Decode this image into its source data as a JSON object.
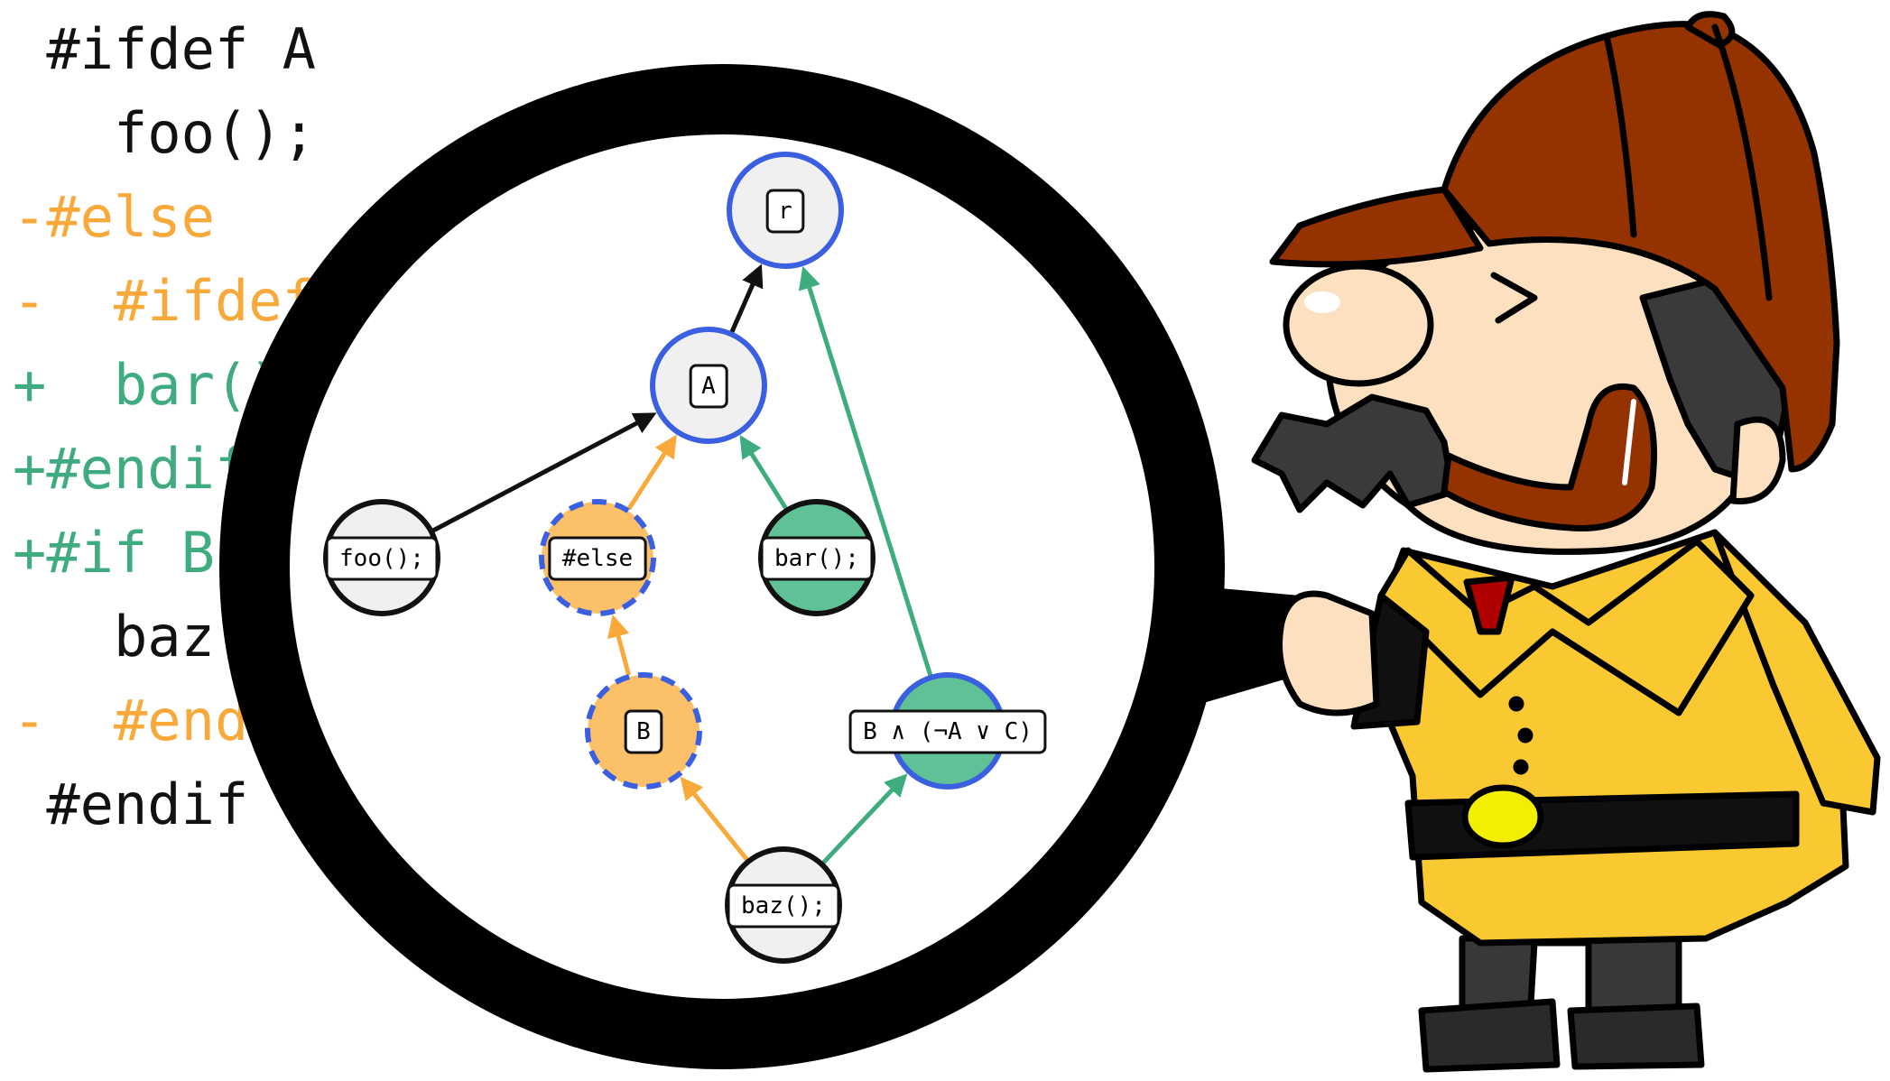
{
  "code": {
    "lines": [
      {
        "text": " #ifdef A",
        "kind": "unchanged"
      },
      {
        "text": "   foo();",
        "kind": "unchanged"
      },
      {
        "text": "-#else",
        "kind": "removed"
      },
      {
        "text": "-  #ifdef",
        "kind": "removed"
      },
      {
        "text": "+  bar()",
        "kind": "added"
      },
      {
        "text": "+#endif",
        "kind": "added"
      },
      {
        "text": "+#if B",
        "kind": "added"
      },
      {
        "text": "   baz(",
        "kind": "unchanged"
      },
      {
        "text": "-  #end",
        "kind": "removed"
      },
      {
        "text": " #endif",
        "kind": "unchanged"
      }
    ]
  },
  "diagram": {
    "nodes": [
      {
        "id": "r",
        "label": "r",
        "fill": "gray",
        "ring": "solid"
      },
      {
        "id": "A",
        "label": "A",
        "fill": "gray",
        "ring": "solid"
      },
      {
        "id": "foo",
        "label": "foo();",
        "fill": "gray",
        "ring": "none"
      },
      {
        "id": "else",
        "label": "#else",
        "fill": "orange",
        "ring": "dashed"
      },
      {
        "id": "bar",
        "label": "bar();",
        "fill": "green",
        "ring": "none"
      },
      {
        "id": "B",
        "label": "B",
        "fill": "orange",
        "ring": "dashed"
      },
      {
        "id": "BC",
        "label": "B ∧ (¬A ∨ C)",
        "fill": "green",
        "ring": "solid"
      },
      {
        "id": "baz",
        "label": "baz();",
        "fill": "gray",
        "ring": "none"
      }
    ],
    "edges": [
      {
        "from": "A",
        "to": "r",
        "kind": "unchanged"
      },
      {
        "from": "foo",
        "to": "A",
        "kind": "unchanged"
      },
      {
        "from": "else",
        "to": "A",
        "kind": "removed"
      },
      {
        "from": "bar",
        "to": "A",
        "kind": "added"
      },
      {
        "from": "BC",
        "to": "r",
        "kind": "added"
      },
      {
        "from": "B",
        "to": "else",
        "kind": "removed"
      },
      {
        "from": "baz",
        "to": "B",
        "kind": "removed"
      },
      {
        "from": "baz",
        "to": "BC",
        "kind": "added"
      }
    ]
  },
  "colors": {
    "removed": "#f9a83a",
    "added": "#3fac80",
    "unchanged": "#111111",
    "node_gray": "#f0f0f0",
    "node_orange": "#fcc068",
    "node_green": "#60c096",
    "ring_blue": "#3a5fe0",
    "hat": "#943200",
    "coat": "#fac830",
    "skin": "#fde0c0",
    "hair": "#3a3a3a",
    "button_yellow": "#f2ef00",
    "tie_red": "#b00000"
  },
  "icons": {
    "lens": "magnifying-glass-icon",
    "character": "detective-icon"
  }
}
